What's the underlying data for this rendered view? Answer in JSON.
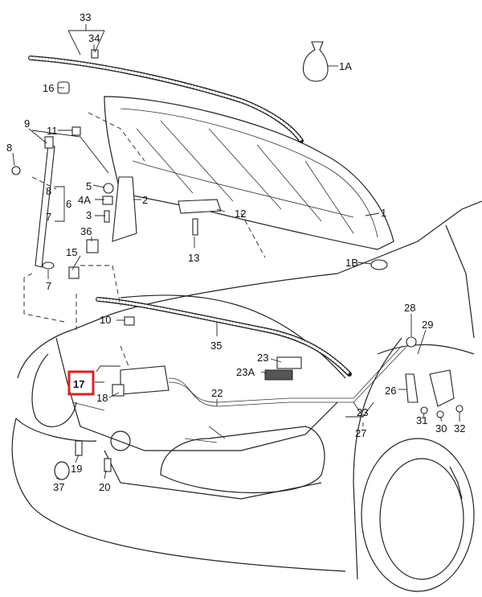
{
  "diagram": {
    "title": "Bonnet / release mechanism parts diagram",
    "highlight_color": "#e02020",
    "highlighted_part": "17",
    "labels": {
      "p33": "33",
      "p34": "34",
      "p1A": "1A",
      "p16": "16",
      "p9": "9",
      "p11": "11",
      "p8a": "8",
      "p5": "5",
      "p4A": "4A",
      "p2": "2",
      "p8b": "8",
      "p6": "6",
      "p7a": "7",
      "p3": "3",
      "p12": "12",
      "p1": "1",
      "p13": "13",
      "p36": "36",
      "p15": "15",
      "p7b": "7",
      "p1B": "1B",
      "p28": "28",
      "p10": "10",
      "p29": "29",
      "p35": "35",
      "p23a": "23",
      "p23A": "23A",
      "p17": "17",
      "p18": "18",
      "p22": "22",
      "p26": "26",
      "p23b": "23",
      "p27": "27",
      "p31": "31",
      "p30": "30",
      "p32": "32",
      "p19": "19",
      "p20": "20",
      "p37": "37"
    }
  }
}
